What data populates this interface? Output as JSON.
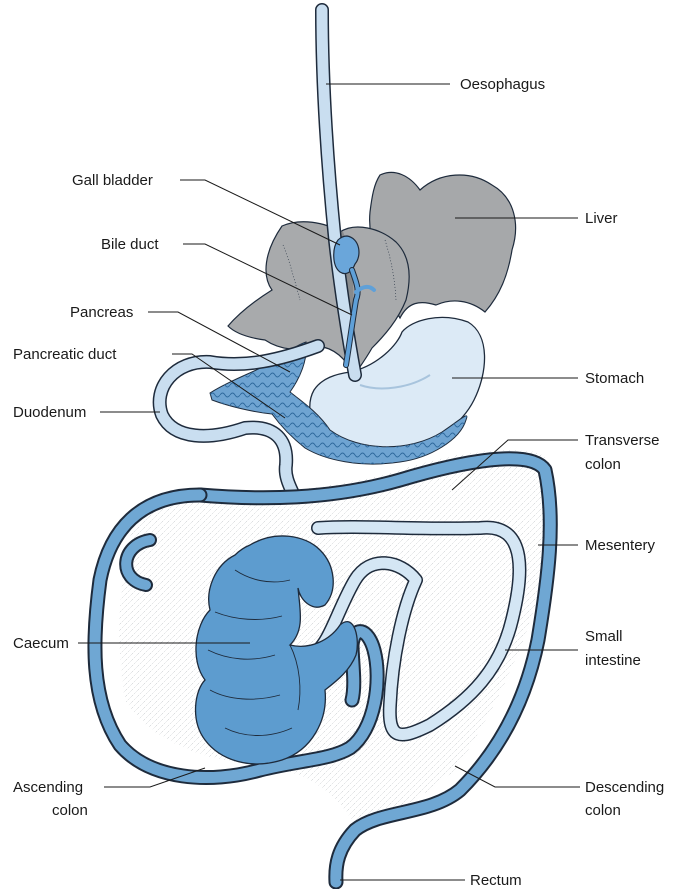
{
  "labels": {
    "oesophagus": "Oesophagus",
    "gall_bladder": "Gall bladder",
    "liver": "Liver",
    "bile_duct": "Bile duct",
    "pancreas": "Pancreas",
    "pancreatic_duct": "Pancreatic duct",
    "stomach": "Stomach",
    "duodenum": "Duodenum",
    "transverse_colon_1": "Transverse",
    "transverse_colon_2": "colon",
    "mesentery": "Mesentery",
    "small_intestine_1": "Small",
    "small_intestine_2": "intestine",
    "caecum": "Caecum",
    "ascending_colon_1": "Ascending",
    "ascending_colon_2": "colon",
    "descending_colon_1": "Descending",
    "descending_colon_2": "colon",
    "rectum": "Rectum"
  },
  "colors": {
    "tube_light": "#c9def0",
    "tube_mid": "#6fa7d3",
    "caecum": "#5d9ccf",
    "liver": "#a6a8aa",
    "liver_shade": "#7f8284",
    "stomach": "#dceaf6",
    "pancreas": "#6fa4d2",
    "gall_bladder": "#6aa6da",
    "outline": "#1e2b3c"
  }
}
